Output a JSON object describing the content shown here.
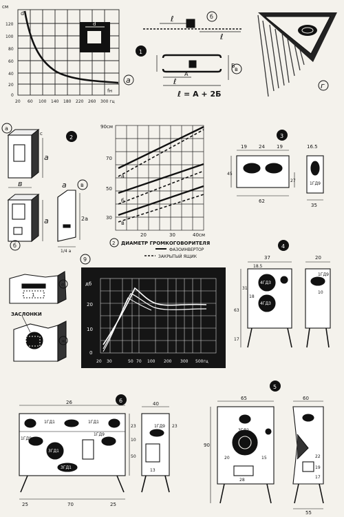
{
  "fig_a": {
    "y_unit": "см",
    "d_label": "d",
    "y_ticks": [
      "120",
      "100",
      "80",
      "60",
      "40",
      "20",
      "0"
    ],
    "x_ticks": [
      "20",
      "60",
      "100",
      "140",
      "180",
      "220",
      "260",
      "300 гц"
    ],
    "x_var": "fн",
    "tag": "а",
    "inset_label": "d"
  },
  "fig_1": {
    "num": "1",
    "tag_b": "б",
    "tag_v": "в",
    "l": "ℓ",
    "A": "A",
    "B": "Б",
    "formula": "ℓ = A + 2Б"
  },
  "fig_g": {
    "tag": "г"
  },
  "fig_2": {
    "num": "2",
    "tag_a": "а",
    "tag_b": "б",
    "tag_v": "в",
    "c": "с",
    "a": "а",
    "b": "в",
    "two_a": "2а",
    "one_a": "1/4 а"
  },
  "chart_2": {
    "y_ticks": [
      "90см",
      "70",
      "50",
      "30"
    ],
    "x_ticks": [
      "20",
      "30",
      "40см"
    ],
    "xlabel": "ДИАМЕТР ГРОМКОГОВОРИТЕЛЯ",
    "tag": "2",
    "legend": [
      "ФАЗОИНВЕРТОР",
      "ЗАКРЫТЫЙ ЯЩИК"
    ],
    "curve_tags": [
      "а",
      "б",
      "в"
    ]
  },
  "fig_3": {
    "num": "3",
    "dims_top": [
      "19",
      "24",
      "19"
    ],
    "total": "62",
    "height": "45",
    "inner": "27",
    "side_top": "16.5",
    "side_w": "35",
    "spk": "1ГД9"
  },
  "fig_4": {
    "num": "4",
    "dims": [
      "37",
      "18.5",
      "31",
      "18",
      "63",
      "17"
    ],
    "side_w": "20",
    "side_inner": "10",
    "spk": [
      "4ГД3",
      "4ГД3"
    ],
    "side_spk": "1ГД9"
  },
  "fig_9": {
    "num": "9",
    "y_unit": "дб",
    "y_ticks": [
      "20",
      "10",
      "0"
    ],
    "x_ticks": [
      "20",
      "30",
      "50",
      "70",
      "100",
      "200",
      "300",
      "500гц"
    ]
  },
  "fig_e": {
    "tag_e": "е",
    "tag_zh": "ж",
    "caption": "ЗАСЛОНКИ",
    "num": "1"
  },
  "fig_6": {
    "num": "6",
    "width": "26",
    "side_w": "40",
    "labels": [
      "1ГД1",
      "1ГД1",
      "1ГД9",
      "1ГД9",
      "3ГД1",
      "3ГД1",
      "1ГД9"
    ],
    "bottom": [
      "25",
      "70",
      "25"
    ],
    "heights": [
      "23",
      "10",
      "50"
    ],
    "side_h": "23",
    "side_b": "13"
  },
  "fig_5": {
    "num": "5",
    "width": "65",
    "side_w": "60",
    "height": "90",
    "labels": [
      "3ГД2",
      "20",
      "15",
      "28"
    ],
    "side_labels": [
      "22",
      "19",
      "17"
    ],
    "bottom": "55"
  }
}
